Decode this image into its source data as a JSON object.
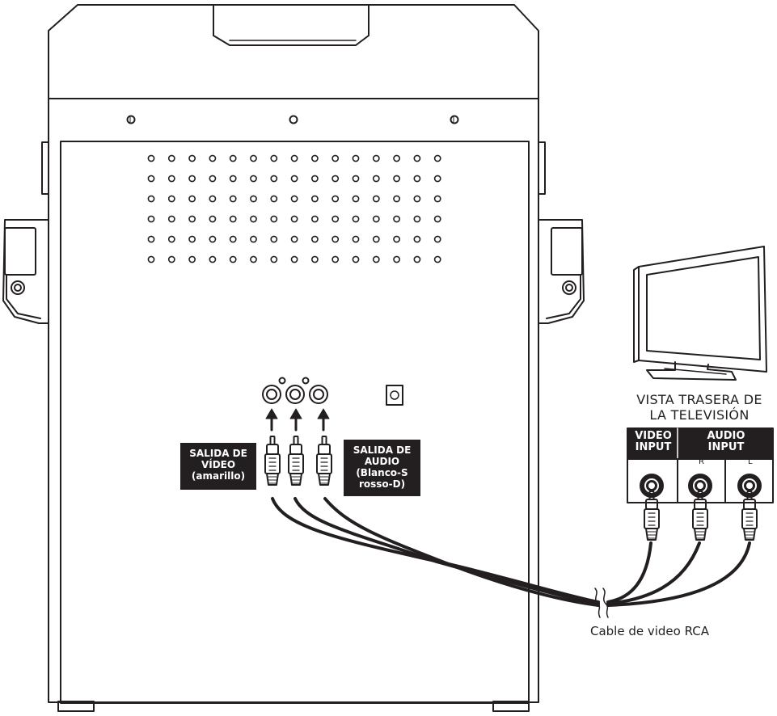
{
  "labels": {
    "video_out": "SALIDA DE\nVÍDEO\n(amarillo)",
    "audio_out": "SALIDA DE\nAUDIO\n(Blanco-S\nrosso-D)",
    "tv_rear_view": "VISTA TRASERA DE\nLA TELEVISIÓN",
    "video_input": "VIDEO\nINPUT",
    "audio_input": "AUDIO\nINPUT",
    "right_channel": "R",
    "left_channel": "L",
    "cable": "Cable de video RCA"
  },
  "colors": {
    "line": "#231f20",
    "label_bg": "#231f20",
    "label_text": "#ffffff"
  }
}
